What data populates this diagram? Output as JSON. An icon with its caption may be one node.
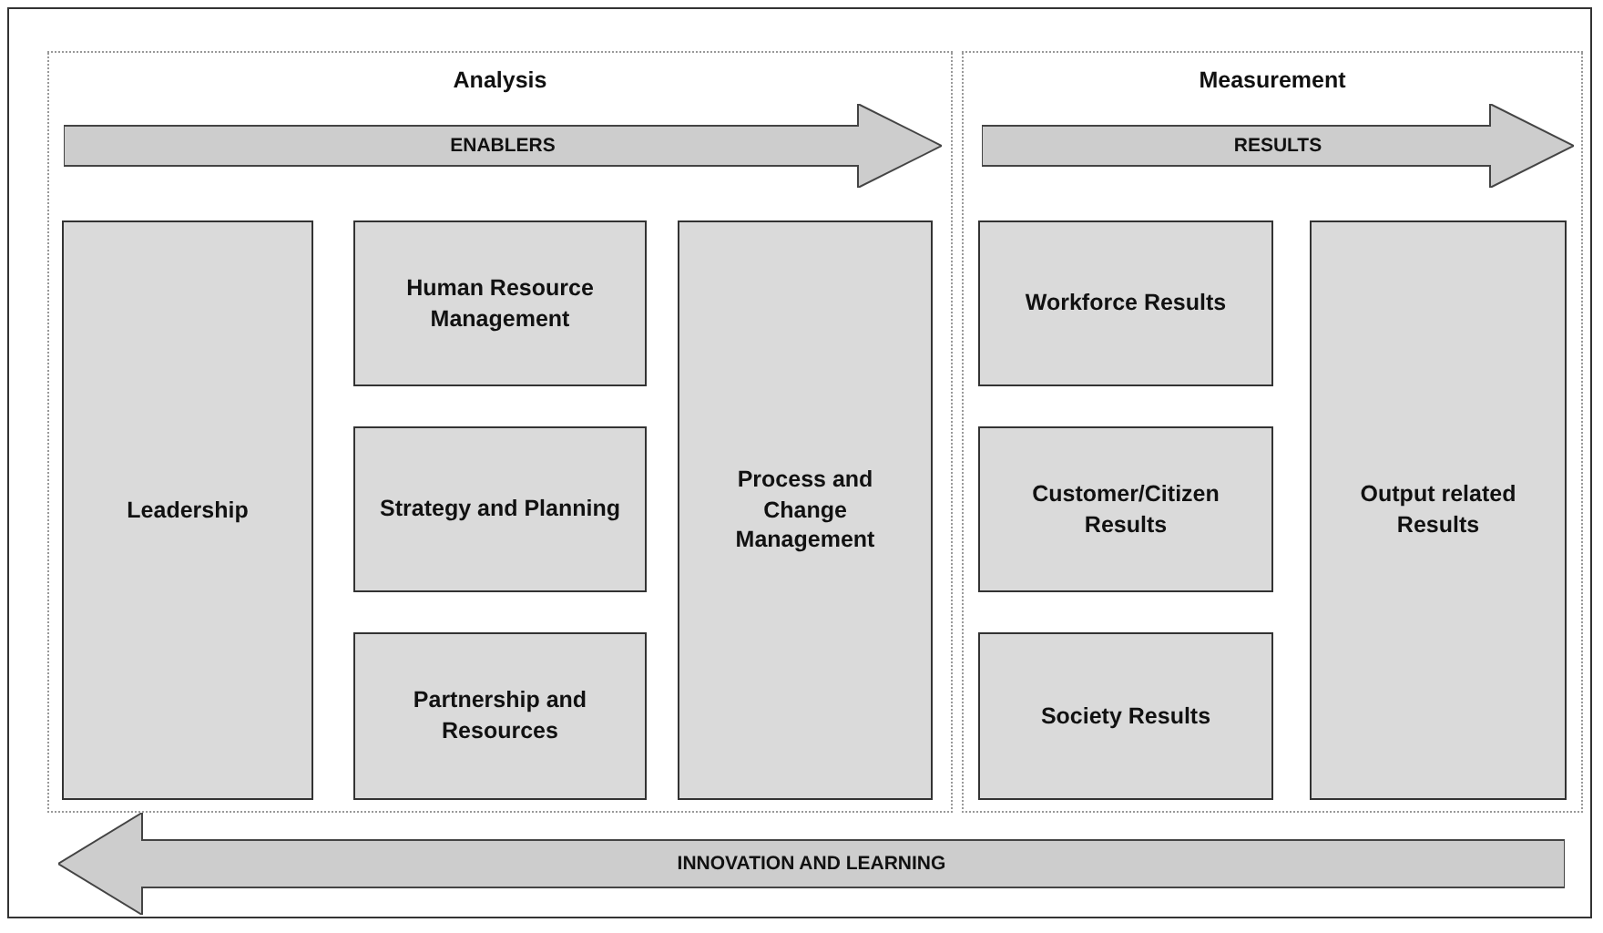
{
  "diagram": {
    "nodes": [
      {
        "text": [
          "Analysis"
        ]
      },
      {
        "text": [
          "ENABLERS"
        ],
        "in": 0
      },
      {
        "text": [
          "Leadership"
        ],
        "in": 0
      },
      {
        "text": [
          "Human Resource Management"
        ],
        "in": 0
      },
      {
        "text": [
          "Strategy and Planning"
        ],
        "in": 0
      },
      {
        "text": [
          "Partnership and Resources"
        ],
        "in": 0
      },
      {
        "text": [
          "Process and Change Management"
        ],
        "in": 0
      },
      {
        "text": [
          "Measurement"
        ]
      },
      {
        "text": [
          "RESULTS"
        ],
        "in": 7
      },
      {
        "text": [
          "Workforce Results"
        ],
        "in": 7
      },
      {
        "text": [
          "Customer/Citizen Results"
        ],
        "in": 7
      },
      {
        "text": [
          "Society Results"
        ],
        "in": 7
      },
      {
        "text": [
          "Output related Results"
        ],
        "in": 7
      },
      {
        "text": [
          "INNOVATION AND LEARNING"
        ]
      }
    ]
  }
}
